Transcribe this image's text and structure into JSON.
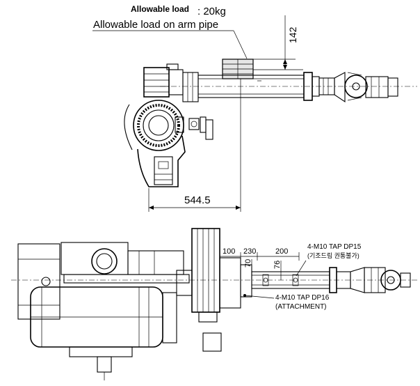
{
  "top_view": {
    "allowable_load_label": "Allowable load",
    "allowable_load_value": ": 20kg",
    "arm_pipe_label": "Allowable load on arm pipe",
    "dim_vertical": "142",
    "dim_horizontal": "544.5"
  },
  "bottom_view": {
    "dims": [
      "100",
      "230",
      "200"
    ],
    "dim_70": "70",
    "dim_76": "76",
    "tap_upper_line1": "4-M10 TAP DP15",
    "tap_upper_line2": "(기조드림 권통불가)",
    "tap_lower_line1": "4-M10 TAP DP16",
    "tap_lower_line2": "(ATTACHMENT)"
  }
}
